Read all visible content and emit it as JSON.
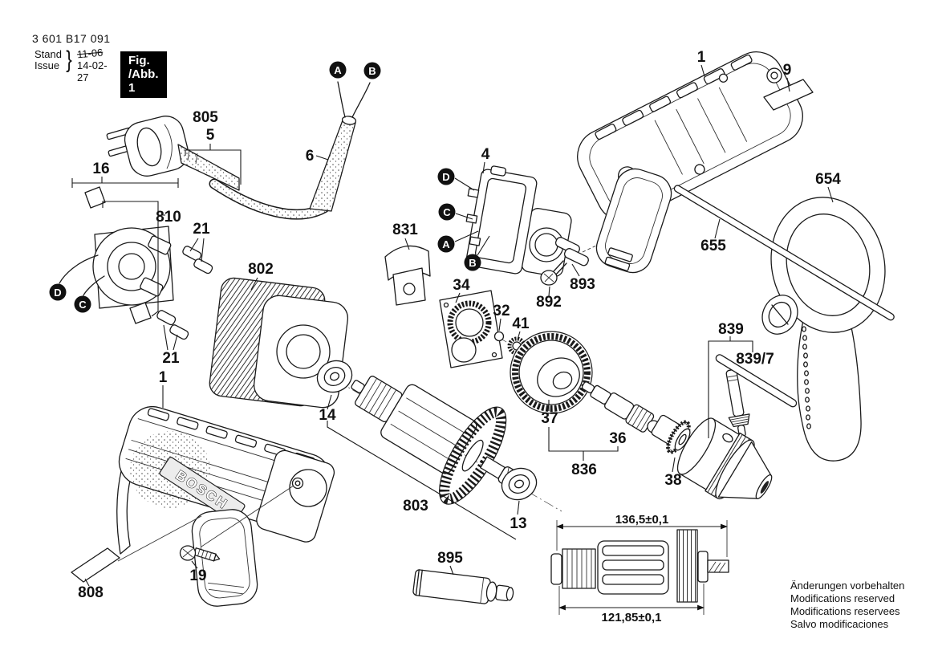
{
  "header": {
    "type_number": "3 601 B17 091",
    "stand_label": "Stand",
    "issue_label": "Issue",
    "brace": "}",
    "date_old": "11-06",
    "date_new": "14-02-27",
    "figure_label": "Fig. /Abb. 1"
  },
  "brand_logo": "BOSCH",
  "callouts": {
    "c1": "1",
    "c4": "4",
    "c5": "5",
    "c6": "6",
    "c9": "9",
    "c13": "13",
    "c14": "14",
    "c16": "16",
    "c19": "19",
    "c21": "21",
    "c32": "32",
    "c34": "34",
    "c36": "36",
    "c37": "37",
    "c38": "38",
    "c41": "41",
    "c654": "654",
    "c655": "655",
    "c802": "802",
    "c803": "803",
    "c805": "805",
    "c808": "808",
    "c810": "810",
    "c831": "831",
    "c836": "836",
    "c839": "839",
    "c839_7": "839/7",
    "c892": "892",
    "c893": "893",
    "c895": "895"
  },
  "markers": {
    "a": "A",
    "b": "B",
    "c": "C",
    "d": "D"
  },
  "dimensions": {
    "overall": "136,5±0,1",
    "partial": "121,85±0,1"
  },
  "footer": {
    "line1": "Änderungen vorbehalten",
    "line2": "Modifications reserved",
    "line3": "Modifications reservees",
    "line4": "Salvo modificaciones"
  }
}
